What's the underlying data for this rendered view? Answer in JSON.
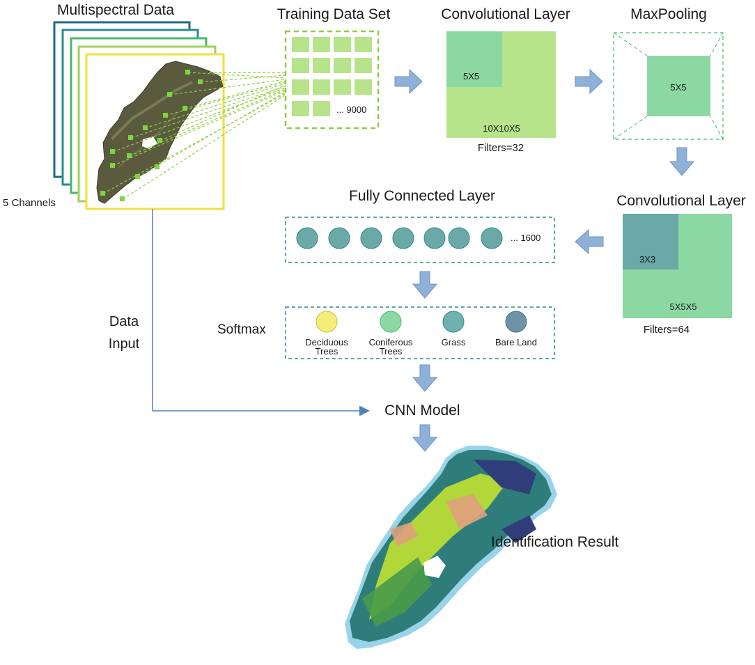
{
  "multispectral": {
    "title": "Multispectral Data",
    "channels": "5 Channels"
  },
  "training": {
    "title": "Training Data Set",
    "count": "... 9000"
  },
  "conv1": {
    "title": "Convolutional Layer",
    "kernel": "5X5",
    "size": "10X10X5",
    "filters": "Filters=32"
  },
  "maxpool": {
    "title": "MaxPooling",
    "size": "5X5"
  },
  "conv2": {
    "title": "Convolutional Layer",
    "kernel": "3X3",
    "size": "5X5X5",
    "filters": "Filters=64"
  },
  "fc": {
    "title": "Fully Connected Layer",
    "count": "... 1600",
    "nodes": 7
  },
  "softmax": {
    "label": "Softmax",
    "classes": [
      {
        "line1": "Deciduous",
        "line2": "Trees",
        "color": "#f6ec78"
      },
      {
        "line1": "Coniferous",
        "line2": "Trees",
        "color": "#8cd8a3"
      },
      {
        "line1": "Grass",
        "line2": "",
        "color": "#6fb1ae"
      },
      {
        "line1": "Bare Land",
        "line2": "",
        "color": "#6f93a6"
      }
    ]
  },
  "flow": {
    "data_input_1": "Data",
    "data_input_2": "Input",
    "cnn_model": "CNN Model",
    "result": "Identification Result"
  },
  "colors": {
    "frame_yellow": "#f0e13a",
    "frame_lime": "#9ed25a",
    "frame_green": "#48b86a",
    "frame_teal": "#2a8c8c",
    "frame_dark": "#1f6a86",
    "dashed_green": "#8fce3f",
    "light_green": "#b7e38a",
    "mint": "#8cd8a3",
    "teal_fill": "#6aa9a8",
    "arrow": "#7fa6d1",
    "line_blue": "#4f81bd"
  }
}
